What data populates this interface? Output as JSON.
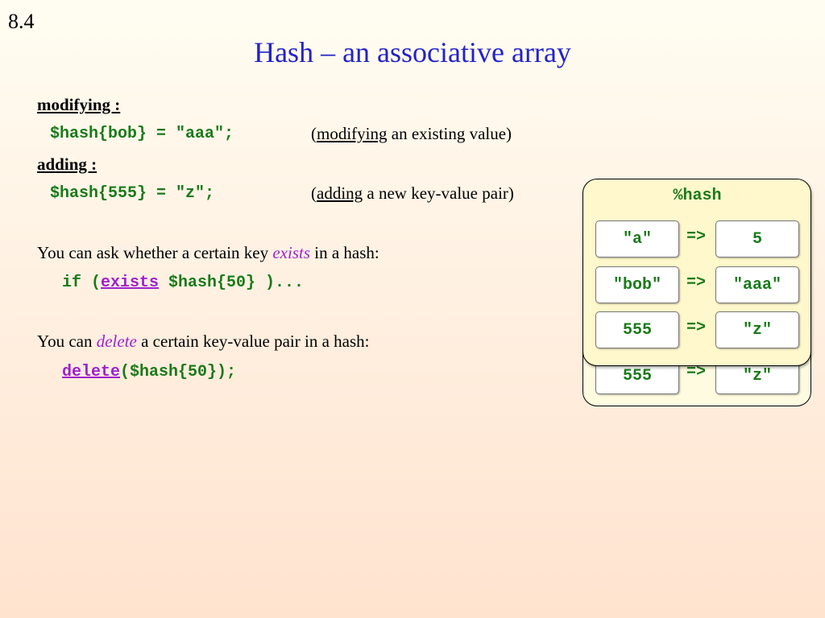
{
  "slide_number": "8.4",
  "title": "Hash – an associative array",
  "modifying": {
    "heading": "modifying :",
    "code": "$hash{bob} = \"aaa\";",
    "note_open": "(",
    "note_word": "modifying",
    "note_rest": " an existing value)"
  },
  "adding": {
    "heading": "adding :",
    "code": "$hash{555} = \"z\";",
    "note_open": "(",
    "note_word": "adding",
    "note_rest": " a new key-value pair)"
  },
  "exists_section": {
    "text_before": "You can ask whether a certain key ",
    "keyword": "exists",
    "text_after": " in a hash:",
    "code_before": "if (",
    "code_keyword": "exists",
    "code_after": " $hash{50} )..."
  },
  "delete_section": {
    "text_before": "You can ",
    "keyword": "delete",
    "text_after": " a certain key-value pair in a hash:",
    "code_keyword": "delete",
    "code_after": "($hash{50});"
  },
  "hash_diagram": {
    "name": "%hash",
    "rows": [
      {
        "key": "\"a\"",
        "arrow": "=>",
        "value": "5"
      },
      {
        "key": "\"bob\"",
        "arrow": "=>",
        "value": "\"aaa\""
      },
      {
        "key": "555",
        "arrow": "=>",
        "value": "\"z\""
      }
    ],
    "back_row": {
      "key": "555",
      "arrow": "=>",
      "value": "\"z\""
    }
  },
  "colors": {
    "title": "#2323c8",
    "code": "#197a19",
    "keyword": "#a020d0"
  }
}
